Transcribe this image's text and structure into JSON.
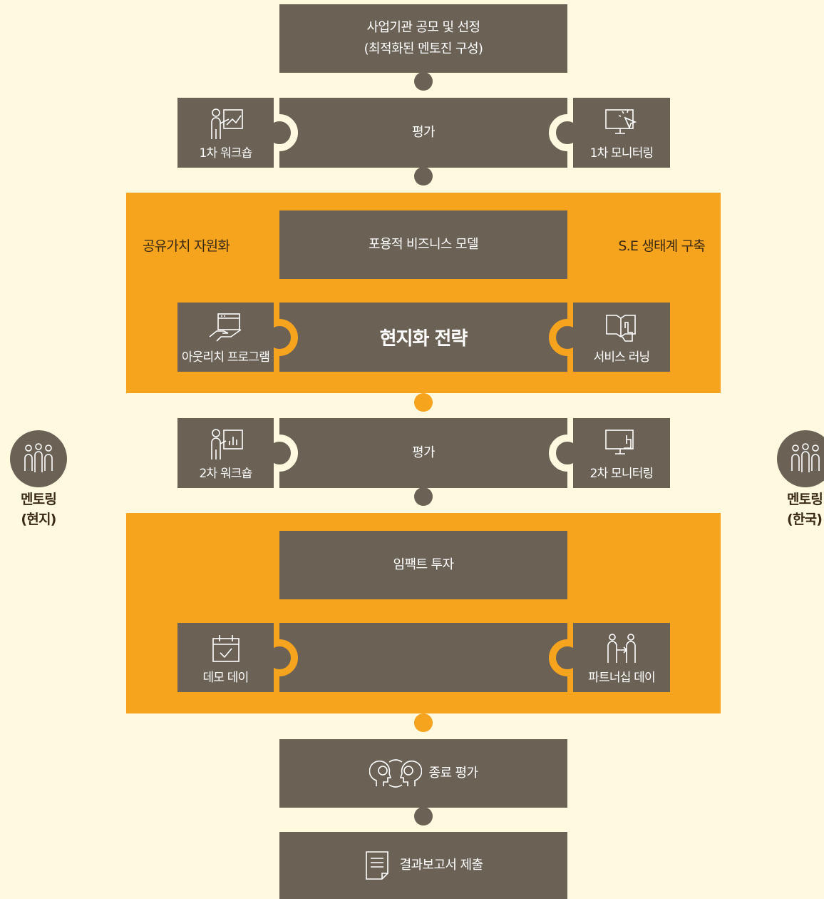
{
  "top": {
    "line1": "사업기관 공모 및 선정",
    "line2": "(최적화된 멘토진 구성)"
  },
  "row1": {
    "center": "평가",
    "left": "1차 워크숍",
    "right": "1차 모니터링"
  },
  "panel1": {
    "left_label": "공유가치 자원화",
    "right_label": "S.E 생태계 구축",
    "top_box": "포용적 비즈니스 모델",
    "center": "현지화 전략",
    "left_tile": "아웃리치 프로그램",
    "right_tile": "서비스 러닝"
  },
  "row2": {
    "center": "평가",
    "left": "2차 워크숍",
    "right": "2차 모니터링"
  },
  "panel2": {
    "top_box": "임팩트 투자",
    "left_tile": "데모 데이",
    "right_tile": "파트너십 데이"
  },
  "final_eval": "종료 평가",
  "report": "결과보고서 제출",
  "mentoring_left": {
    "line1": "멘토링",
    "line2": "(현지)"
  },
  "mentoring_right": {
    "line1": "멘토링",
    "line2": "(한국)"
  },
  "colors": {
    "background": "#fef9df",
    "box": "#6b6255",
    "accent": "#f6a31e",
    "text": "#ffffff"
  }
}
